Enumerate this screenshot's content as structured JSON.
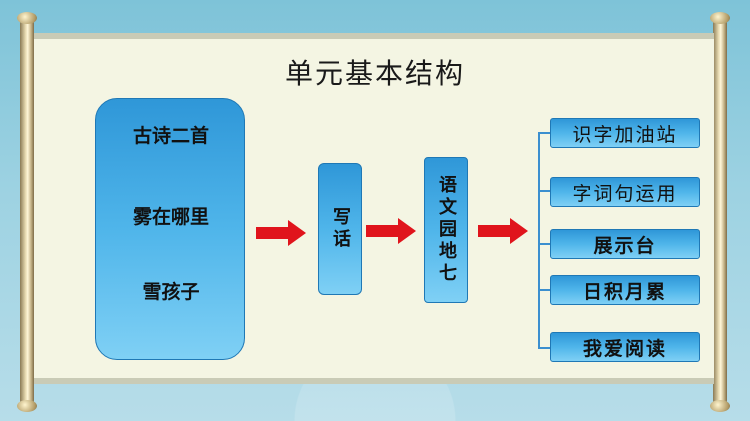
{
  "title": "单元基本结构",
  "left_box": {
    "items": [
      "古诗二首",
      "雾在哪里",
      "雪孩子"
    ]
  },
  "step2": "写话",
  "step3": "语文园地七",
  "right_items": [
    "识字加油站",
    "字词句运用",
    "展示台",
    "日积月累",
    "我爱阅读"
  ],
  "colors": {
    "box_top": "#2f97d8",
    "box_bottom": "#7fd0f5",
    "arrow": "#e0141c",
    "connector": "#3b8fcf"
  }
}
